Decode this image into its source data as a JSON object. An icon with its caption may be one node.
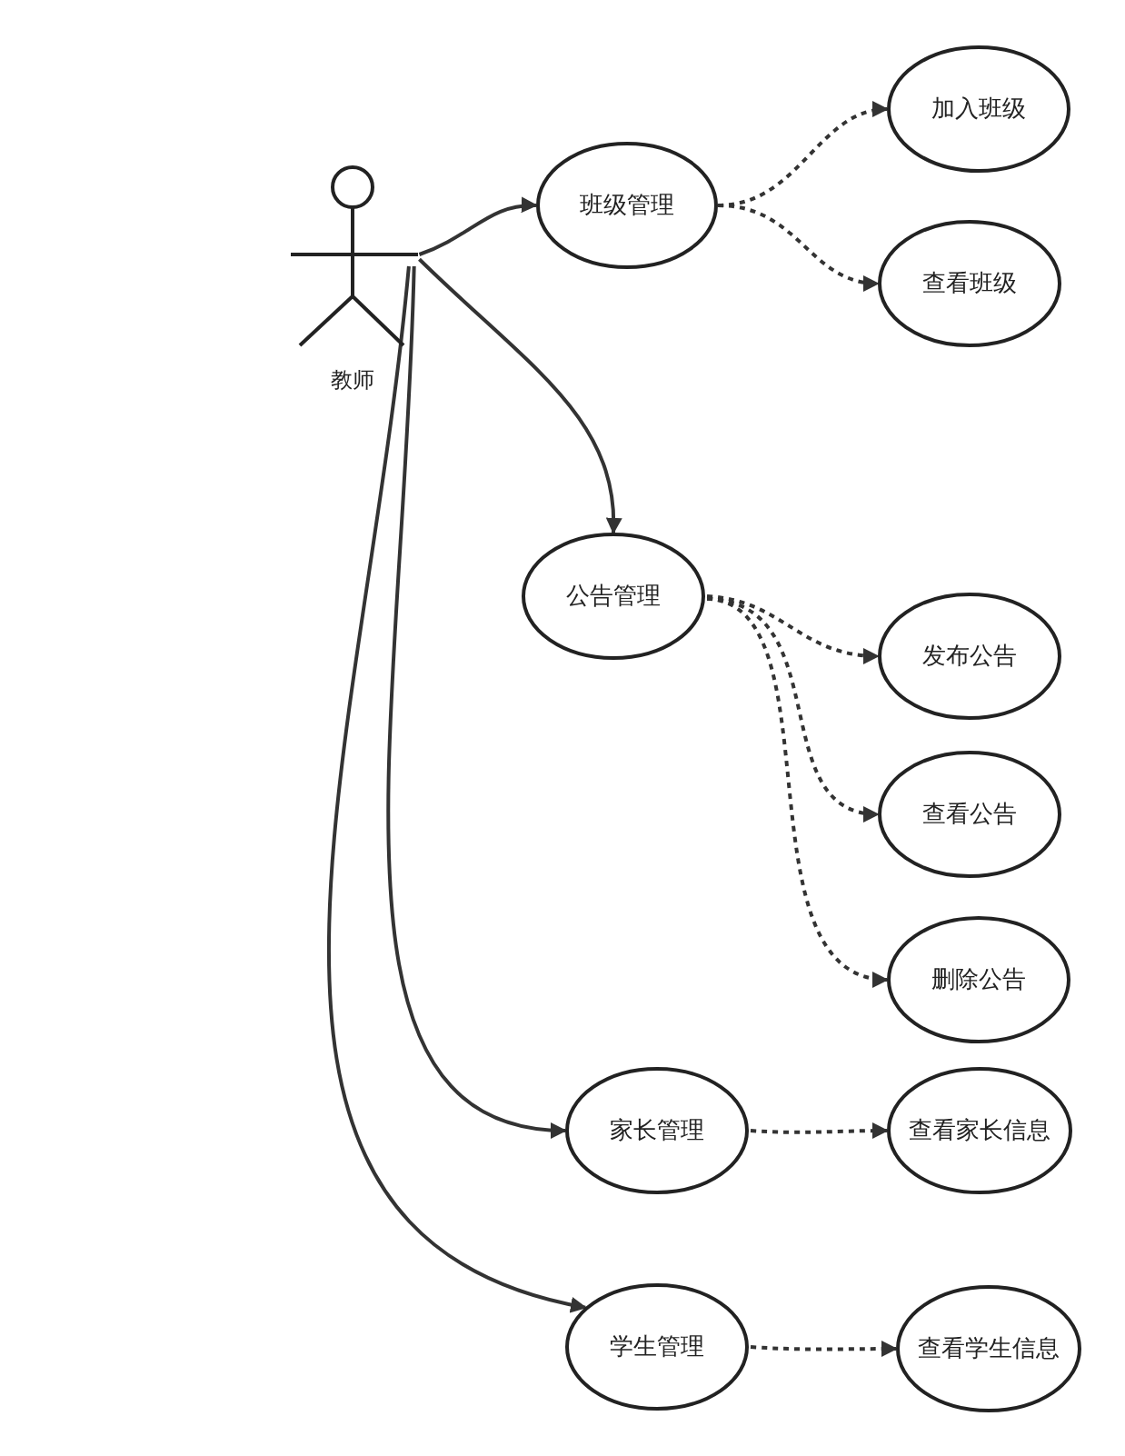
{
  "diagram": {
    "nodes": [
      {
        "text": [
          "教师"
        ]
      },
      {
        "text": [
          "班级管理"
        ]
      },
      {
        "text": [
          "加入班级"
        ]
      },
      {
        "text": [
          "查看班级"
        ]
      },
      {
        "text": [
          "公告管理"
        ]
      },
      {
        "text": [
          "发布公告"
        ]
      },
      {
        "text": [
          "查看公告"
        ]
      },
      {
        "text": [
          "删除公告"
        ]
      },
      {
        "text": [
          "家长管理"
        ]
      },
      {
        "text": [
          "查看家长信息"
        ]
      },
      {
        "text": [
          "学生管理"
        ]
      },
      {
        "text": [
          "查看学生信息"
        ]
      }
    ],
    "edges": [
      {
        "from": 0,
        "to": 1,
        "arrow": "to"
      },
      {
        "from": 0,
        "to": 4,
        "arrow": "to"
      },
      {
        "from": 0,
        "to": 8,
        "arrow": "to"
      },
      {
        "from": 0,
        "to": 10,
        "arrow": "to"
      },
      {
        "from": 1,
        "to": 2,
        "arrow": "to",
        "style": "dashed"
      },
      {
        "from": 1,
        "to": 3,
        "arrow": "to",
        "style": "dashed"
      },
      {
        "from": 4,
        "to": 5,
        "arrow": "to",
        "style": "dashed"
      },
      {
        "from": 4,
        "to": 6,
        "arrow": "to",
        "style": "dashed"
      },
      {
        "from": 4,
        "to": 7,
        "arrow": "to",
        "style": "dashed"
      },
      {
        "from": 8,
        "to": 9,
        "arrow": "to",
        "style": "dashed"
      },
      {
        "from": 10,
        "to": 11,
        "arrow": "to",
        "style": "dashed"
      }
    ]
  }
}
